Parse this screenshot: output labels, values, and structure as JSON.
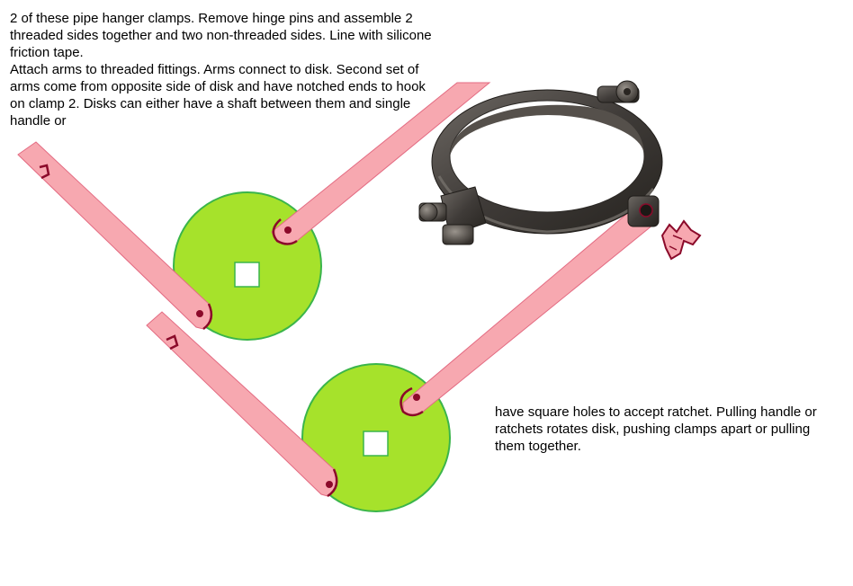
{
  "notes": {
    "main_line_1": "2 of these pipe hanger clamps. Remove hinge pins and assemble 2 threaded sides together and two non-threaded sides. Line with silicone friction tape.",
    "main_line_2": "Attach arms to threaded fittings. Arms connect to disk. Second set of arms come from opposite side of disk and have notched ends to hook on clamp 2.  Disks can either have a shaft between them and single handle or",
    "right": "have square holes to accept ratchet.  Pulling handle or ratchets rotates disk, pushing clamps apart or pulling them together."
  },
  "colors": {
    "disk_fill": "#a6e22b",
    "disk_stroke": "#3ab54a",
    "arm_fill": "#f7a8b0",
    "arm_stroke": "#e36b82",
    "pivot": "#8b0a2a",
    "clamp_metal": "#3f3b38",
    "clamp_highlight": "#7b7670"
  },
  "icons": {
    "clamp": "pipe-hanger-clamp-icon"
  }
}
